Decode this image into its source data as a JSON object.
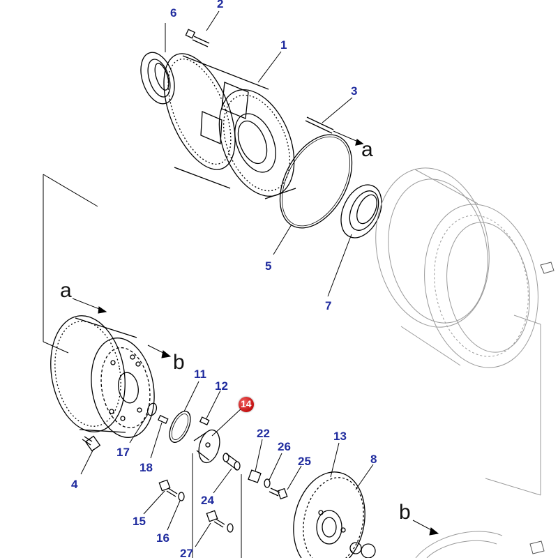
{
  "diagram": {
    "callouts": [
      "1",
      "2",
      "3",
      "4",
      "5",
      "6",
      "7",
      "8",
      "11",
      "12",
      "13",
      "15",
      "16",
      "17",
      "18",
      "22",
      "24",
      "25",
      "26",
      "27"
    ],
    "highlighted_part": "14",
    "highlight_color": "#c41010",
    "label_color": "#1f2b9e",
    "connector_letters": [
      "a",
      "a",
      "b",
      "b"
    ]
  }
}
